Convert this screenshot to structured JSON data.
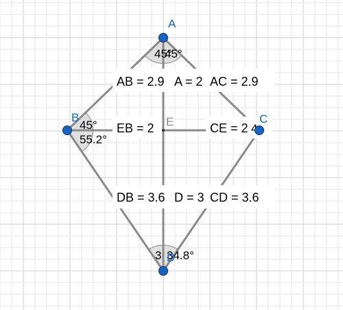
{
  "colors": {
    "background": "#ffffff",
    "grid_minor": "#e6e6e6",
    "grid_major": "#cfcfcf",
    "segment": "#8a8a8a",
    "point_fill": "#1565c0",
    "point_label": "#1565c0",
    "angle_fill": "#d9d9d9",
    "label_box": "#ffffff",
    "text": "#000000"
  },
  "points": {
    "A": {
      "label": "A"
    },
    "B": {
      "label": "B"
    },
    "C": {
      "label": "C"
    },
    "D": {
      "label": "D"
    },
    "E": {
      "label": "E"
    }
  },
  "angles": {
    "A_left": "45°",
    "A_right": "45°",
    "B_upper": "45°",
    "B_lower": "55.2°",
    "C_partial": "4",
    "D_left": "3",
    "D_right": "34.8°"
  },
  "measurements": {
    "AB": "AB = 2.9",
    "AE_partial": "A = 2",
    "AC": "AC = 2.9",
    "EB": "EB = 2",
    "CE": "CE = 2",
    "DB": "DB = 3.6",
    "DE_partial": "D = 3",
    "CD": "CD = 3.6"
  }
}
